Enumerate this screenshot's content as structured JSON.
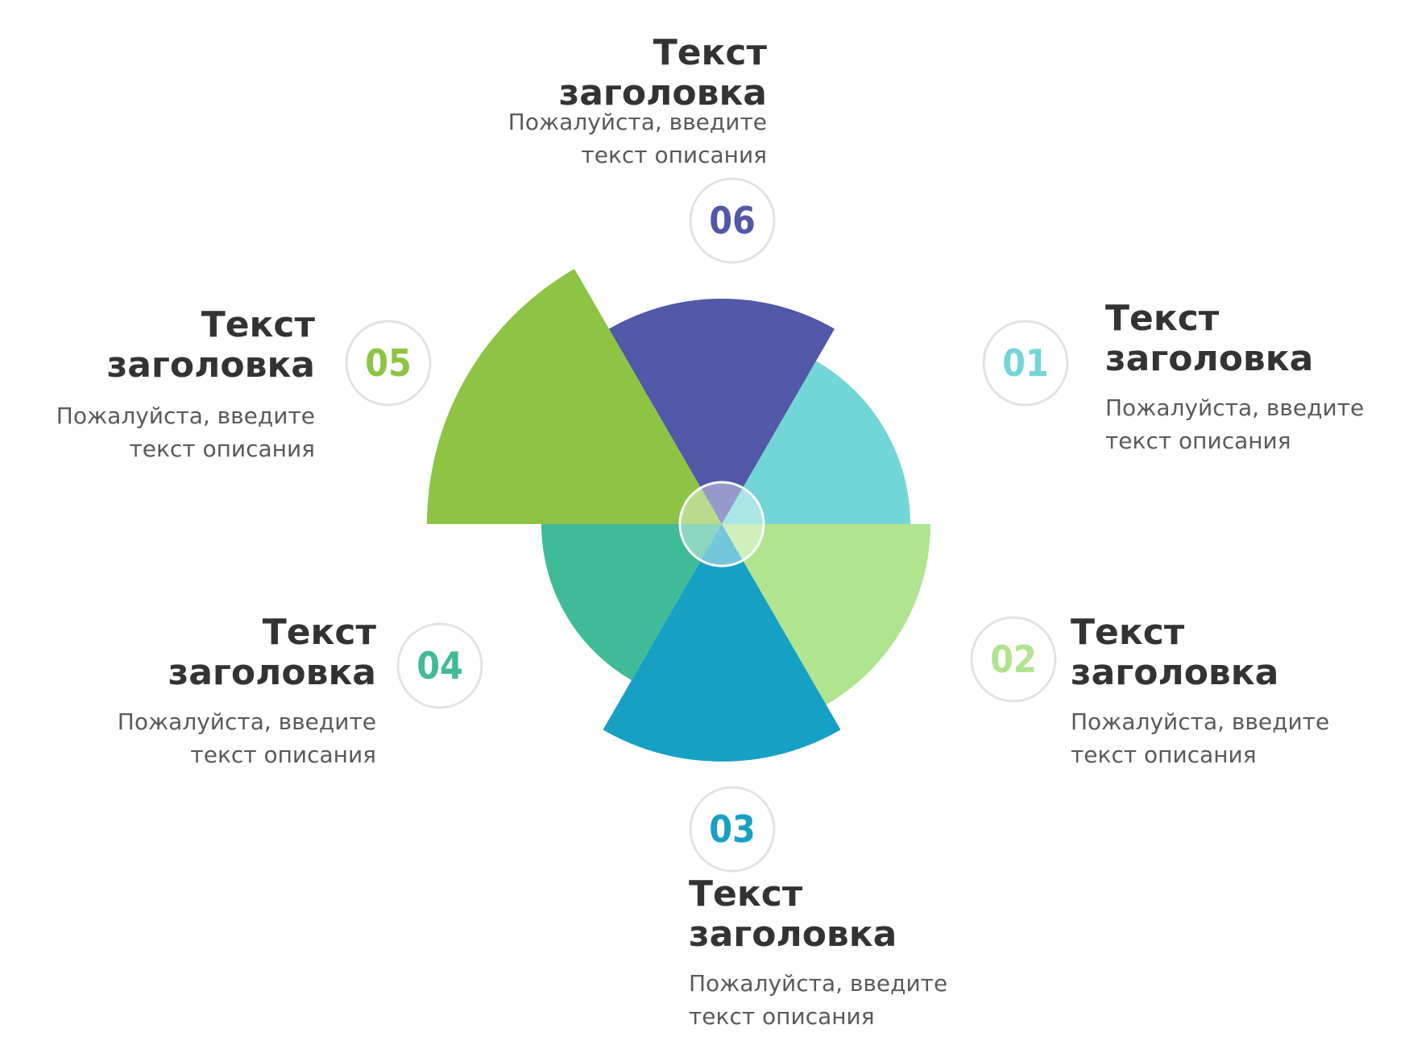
{
  "segments": [
    {
      "id": "01",
      "number": "01",
      "title_line1": "Текст",
      "title_line2": "заголовка",
      "desc_line1": "Пожалуйста, введите",
      "desc_line2": "текст описания",
      "color": "#72D6D6"
    },
    {
      "id": "02",
      "number": "02",
      "title_line1": "Текст",
      "title_line2": "заголовка",
      "desc_line1": "Пожалуйста, введите",
      "desc_line2": "текст описания",
      "color": "#B0E48E"
    },
    {
      "id": "03",
      "number": "03",
      "title_line1": "Текст",
      "title_line2": "заголовка",
      "desc_line1": "Пожалуйста, введите",
      "desc_line2": "текст описания",
      "color": "#16A0C4"
    },
    {
      "id": "04",
      "number": "04",
      "title_line1": "Текст",
      "title_line2": "заголовка",
      "desc_line1": "Пожалуйста, введите",
      "desc_line2": "текст описания",
      "color": "#40BB97"
    },
    {
      "id": "05",
      "number": "05",
      "title_line1": "Текст",
      "title_line2": "заголовка",
      "desc_line1": "Пожалуйста, введите",
      "desc_line2": "текст описания",
      "color": "#8DC443"
    },
    {
      "id": "06",
      "number": "06",
      "title_line1": "Текст",
      "title_line2": "заголовка",
      "desc_line1": "Пожалуйста, введите",
      "desc_line2": "текст описания",
      "color": "#5058A7"
    }
  ]
}
